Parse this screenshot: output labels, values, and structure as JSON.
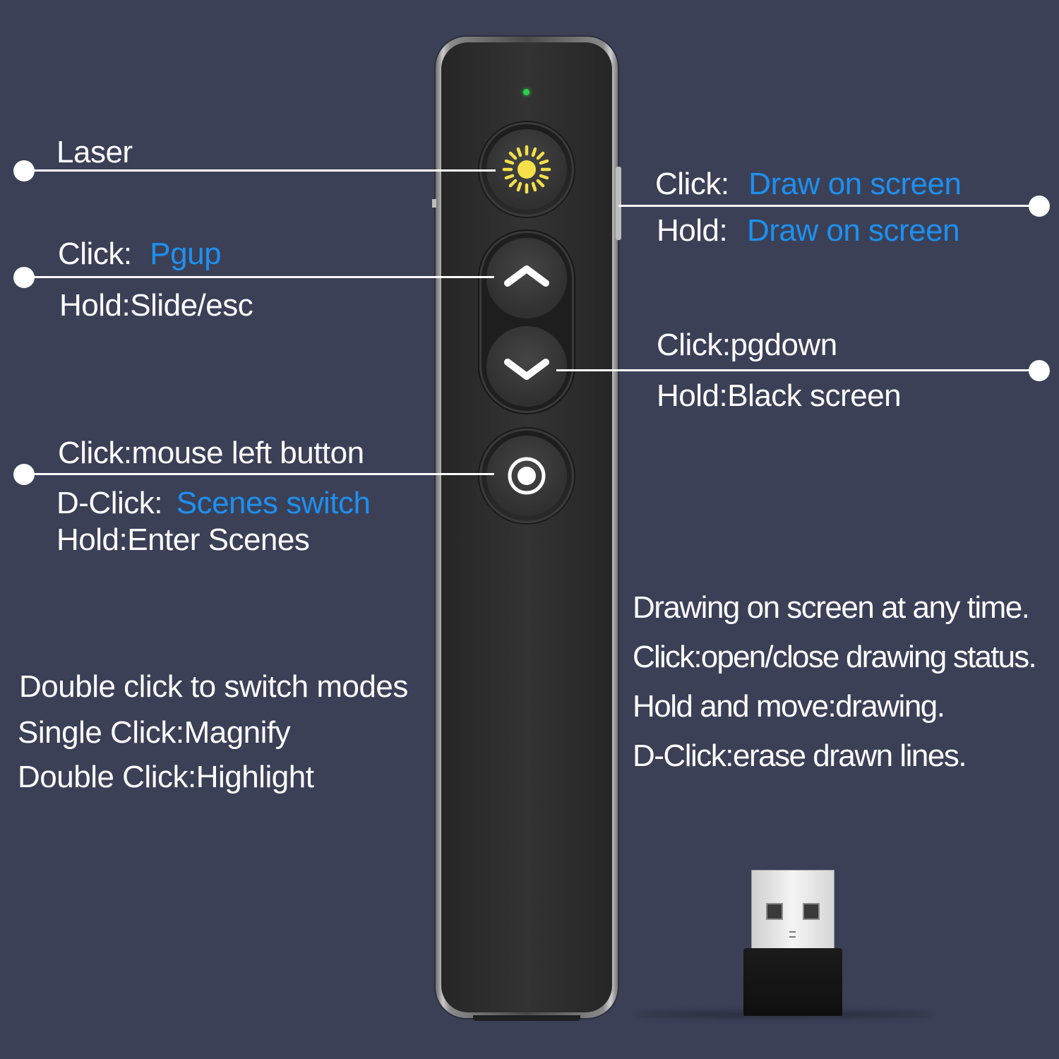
{
  "laser": {
    "label": "Laser"
  },
  "draw_button": {
    "click_prefix": "Click:",
    "click_action": "Draw on screen",
    "hold_prefix": "Hold:",
    "hold_action": "Draw on screen"
  },
  "pgup_button": {
    "click_prefix": "Click:",
    "click_action": "Pgup",
    "hold_text": "Hold:Slide/esc"
  },
  "pgdown_button": {
    "click_text": "Click:pgdown",
    "hold_text": "Hold:Black screen"
  },
  "mouse_button": {
    "click_text": "Click:mouse left button",
    "dclick_prefix": "D-Click:",
    "dclick_action": "Scenes switch",
    "hold_text": "Hold:Enter Scenes"
  },
  "modes_note": {
    "line1": "Double click to switch modes",
    "line2": "Single Click:Magnify",
    "line3": "Double Click:Highlight"
  },
  "drawing_note": {
    "line1": "Drawing on screen at any time.",
    "line2": "Click:open/close drawing status.",
    "line3": "Hold and move:drawing.",
    "line4": "D-Click:erase drawn lines."
  },
  "colors": {
    "background": "#3b4057",
    "accent_blue": "#1e90ef",
    "led_green": "#2cd14e",
    "laser_yellow": "#f5e04a"
  },
  "icons": [
    "laser-sun-icon",
    "chevron-up-icon",
    "chevron-down-icon",
    "ring-dot-icon",
    "usb-receiver"
  ]
}
